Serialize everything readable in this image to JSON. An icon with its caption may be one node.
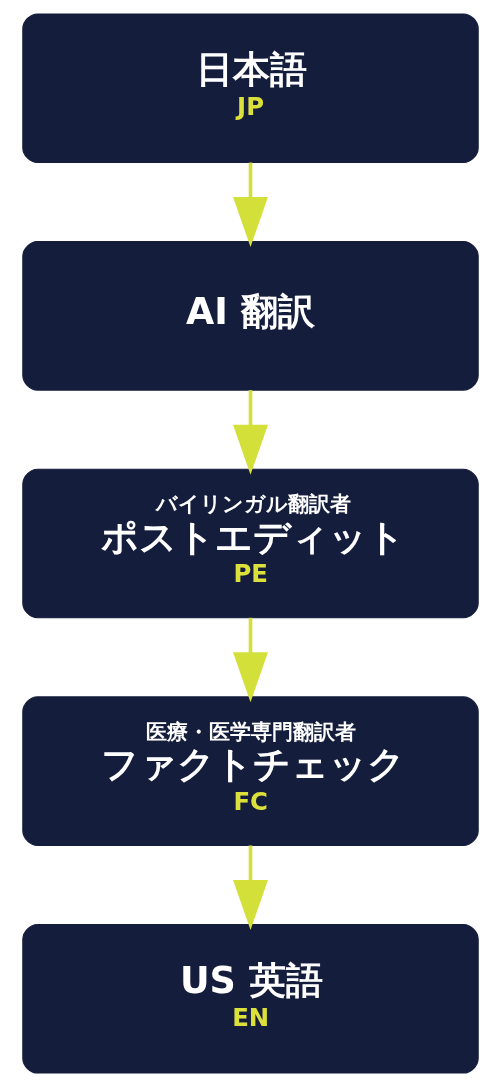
{
  "diagram": {
    "nodes": [
      {
        "text": [
          "日本語",
          "JP"
        ]
      },
      {
        "text": [
          "AI 翻訳"
        ]
      },
      {
        "text": [
          "バイリンガル翻訳者",
          "ポストエディット",
          "PE"
        ]
      },
      {
        "text": [
          "医療・医学専門翻訳者",
          "ファクトチェック",
          "FC"
        ]
      },
      {
        "text": [
          "US 英語",
          "EN"
        ]
      }
    ],
    "edges": [
      {
        "from": 0,
        "to": 1,
        "arrow": "to"
      },
      {
        "from": 1,
        "to": 2,
        "arrow": "to"
      },
      {
        "from": 2,
        "to": 3,
        "arrow": "to"
      },
      {
        "from": 3,
        "to": 4,
        "arrow": "to"
      }
    ]
  }
}
